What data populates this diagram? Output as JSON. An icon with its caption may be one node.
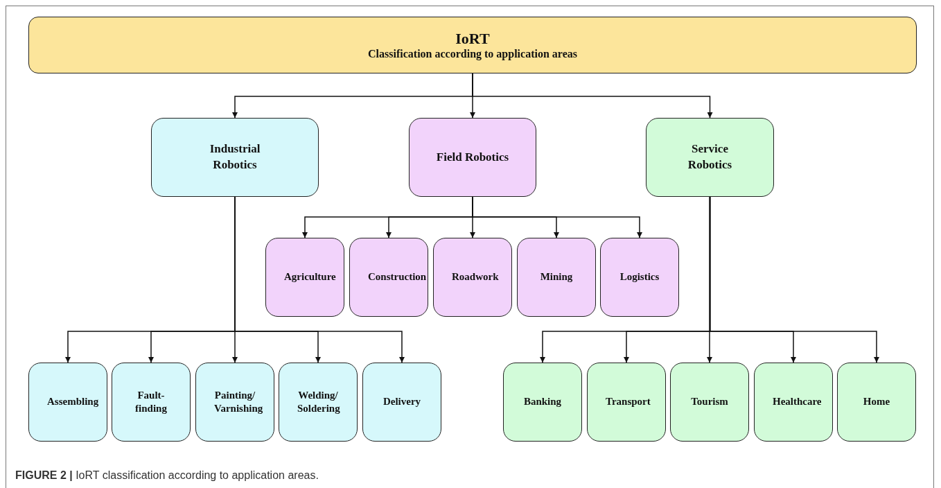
{
  "diagram": {
    "caption": "**FIGURE 2 |** IoRT classification according to application areas.",
    "nodes": [
      {
        "text": [
          "IoRT",
          "Classification according to application areas"
        ]
      },
      {
        "text": [
          "Industrial Robotics"
        ]
      },
      {
        "text": [
          "Field Robotics"
        ]
      },
      {
        "text": [
          "Service Robotics"
        ]
      },
      {
        "text": [
          "Agriculture"
        ]
      },
      {
        "text": [
          "Construction"
        ]
      },
      {
        "text": [
          "Roadwork"
        ]
      },
      {
        "text": [
          "Mining"
        ]
      },
      {
        "text": [
          "Logistics"
        ]
      },
      {
        "text": [
          "Assembling"
        ]
      },
      {
        "text": [
          "Fault-finding"
        ]
      },
      {
        "text": [
          "Painting/ Varnishing"
        ]
      },
      {
        "text": [
          "Welding/ Soldering"
        ]
      },
      {
        "text": [
          "Delivery"
        ]
      },
      {
        "text": [
          "Banking"
        ]
      },
      {
        "text": [
          "Transport"
        ]
      },
      {
        "text": [
          "Tourism"
        ]
      },
      {
        "text": [
          "Healthcare"
        ]
      },
      {
        "text": [
          "Home"
        ]
      }
    ],
    "edges": [
      {
        "from": 0,
        "to": 1,
        "arrow": "to"
      },
      {
        "from": 0,
        "to": 2,
        "arrow": "to"
      },
      {
        "from": 0,
        "to": 3,
        "arrow": "to"
      },
      {
        "from": 2,
        "to": 4,
        "arrow": "to"
      },
      {
        "from": 2,
        "to": 5,
        "arrow": "to"
      },
      {
        "from": 2,
        "to": 6,
        "arrow": "to"
      },
      {
        "from": 2,
        "to": 7,
        "arrow": "to"
      },
      {
        "from": 2,
        "to": 8,
        "arrow": "to"
      },
      {
        "from": 1,
        "to": 9,
        "arrow": "to"
      },
      {
        "from": 1,
        "to": 10,
        "arrow": "to"
      },
      {
        "from": 1,
        "to": 11,
        "arrow": "to"
      },
      {
        "from": 1,
        "to": 12,
        "arrow": "to"
      },
      {
        "from": 1,
        "to": 13,
        "arrow": "to"
      },
      {
        "from": 3,
        "to": 14,
        "arrow": "to"
      },
      {
        "from": 3,
        "to": 15,
        "arrow": "to"
      },
      {
        "from": 3,
        "to": 16,
        "arrow": "to"
      },
      {
        "from": 3,
        "to": 17,
        "arrow": "to"
      },
      {
        "from": 3,
        "to": 18,
        "arrow": "to"
      }
    ]
  }
}
